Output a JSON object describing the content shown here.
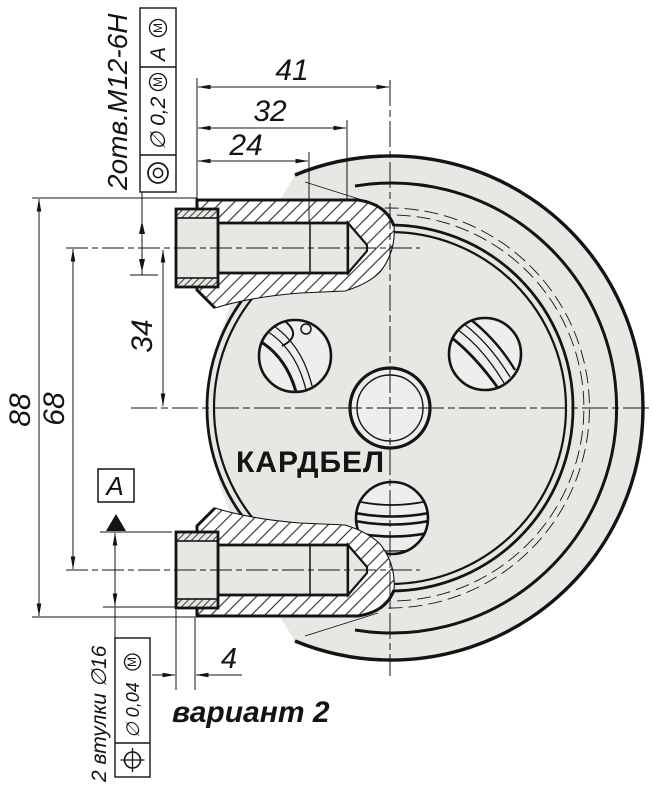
{
  "drawing": {
    "brand": "КАРДБЕЛ",
    "variant_note": "вариант 2",
    "datum_label": "A",
    "callout_holes": "2отв.М12-6Н",
    "callout_bushings": "2 втулки ∅16"
  },
  "dimensions": {
    "horizontal": [
      "41",
      "32",
      "24"
    ],
    "vertical": [
      "88",
      "68",
      "34"
    ],
    "protrusion": "4"
  },
  "tolerance_frames": {
    "holes": {
      "symbol": "coaxiality",
      "value": "∅ 0,2",
      "value_modifier": "M",
      "datum": "A",
      "datum_modifier": "M"
    },
    "bushings": {
      "symbol": "position",
      "value": "∅ 0,04",
      "value_modifier": "M"
    }
  },
  "colors": {
    "line": "#141414",
    "metal_fill": "#e9e7e4",
    "hole_fill": "#efeeec",
    "blue_note": "#2222cc",
    "background": "#ffffff"
  }
}
